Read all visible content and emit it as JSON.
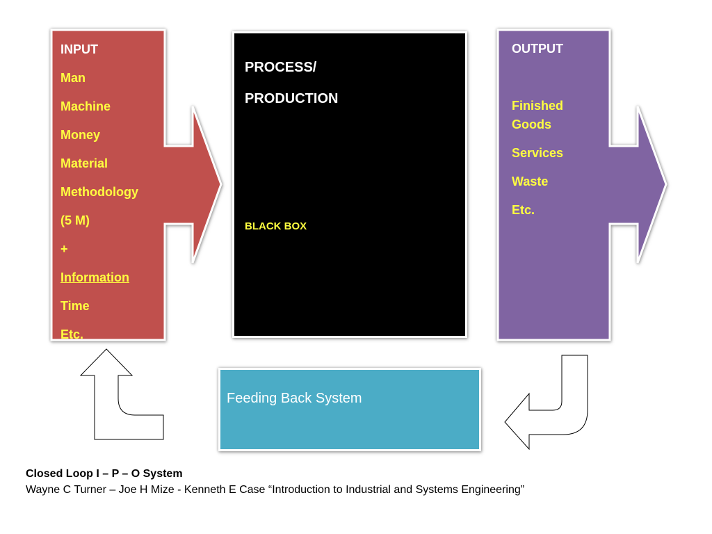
{
  "input": {
    "heading": "INPUT",
    "items": [
      "Man",
      "Machine",
      "Money",
      "Material",
      "Methodology",
      "(5 M)",
      "+",
      "Information",
      "Time",
      "Etc."
    ]
  },
  "process": {
    "line1": "PROCESS/",
    "line2": "PRODUCTION",
    "box_label": "BLACK BOX"
  },
  "output": {
    "heading": "OUTPUT",
    "items": [
      "Finished Goods",
      "Services",
      "Waste",
      "Etc."
    ]
  },
  "feedback": {
    "label": "Feeding Back System"
  },
  "caption": {
    "title": "Closed Loop I – P – O System",
    "reference": "Wayne C Turner – Joe H Mize - Kenneth E Case “Introduction to Industrial and Systems Engineering”"
  },
  "colors": {
    "input_fill": "#c0504d",
    "output_fill": "#8064a2",
    "process_fill": "#000000",
    "feedback_fill": "#4bacc6",
    "highlight_text": "#ffff40"
  }
}
